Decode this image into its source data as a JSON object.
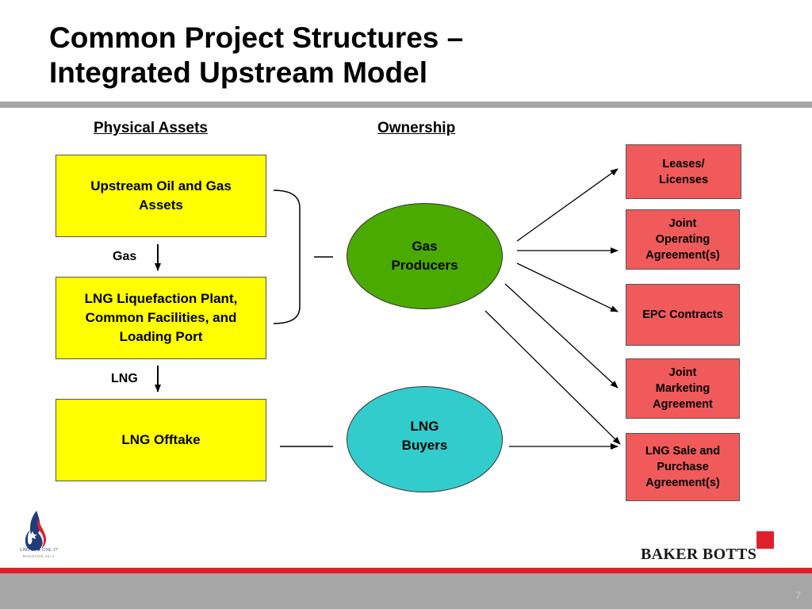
{
  "slide": {
    "title_line1": "Common Project Structures –",
    "title_line2": "Integrated Upstream Model",
    "page_number": "7"
  },
  "columns": {
    "physical_assets": "Physical Assets",
    "ownership": "Ownership"
  },
  "physical_assets": {
    "upstream": [
      "Upstream Oil and Gas",
      "Assets"
    ],
    "liquefaction": [
      "LNG Liquefaction Plant,",
      "Common Facilities, and",
      "Loading Port"
    ],
    "offtake": "LNG Offtake",
    "flow_gas": "Gas",
    "flow_lng": "LNG"
  },
  "ownership": {
    "gas_producers": [
      "Gas",
      "Producers"
    ],
    "lng_buyers": [
      "LNG",
      "Buyers"
    ]
  },
  "agreements": {
    "leases": [
      "Leases/",
      "Licenses"
    ],
    "joa": [
      "Joint",
      "Operating",
      "Agreement(s)"
    ],
    "epc": "EPC Contracts",
    "jma": [
      "Joint",
      "Marketing",
      "Agreement"
    ],
    "spa": [
      "LNG Sale and",
      "Purchase",
      "Agreement(s)"
    ]
  },
  "branding": {
    "firm_name": "BAKER BOTTS",
    "conference_logo_text": "LNG 17 ★ GNL 17",
    "conference_logo_sub": "HOUSTON 2013"
  },
  "colors": {
    "asset_box": "#ffff00",
    "agreement_box": "#f05a5a",
    "gas_producers": "#4aaa00",
    "lng_buyers": "#33cccc",
    "accent_red": "#e0212b",
    "rule_gray": "#a6a6a6"
  }
}
